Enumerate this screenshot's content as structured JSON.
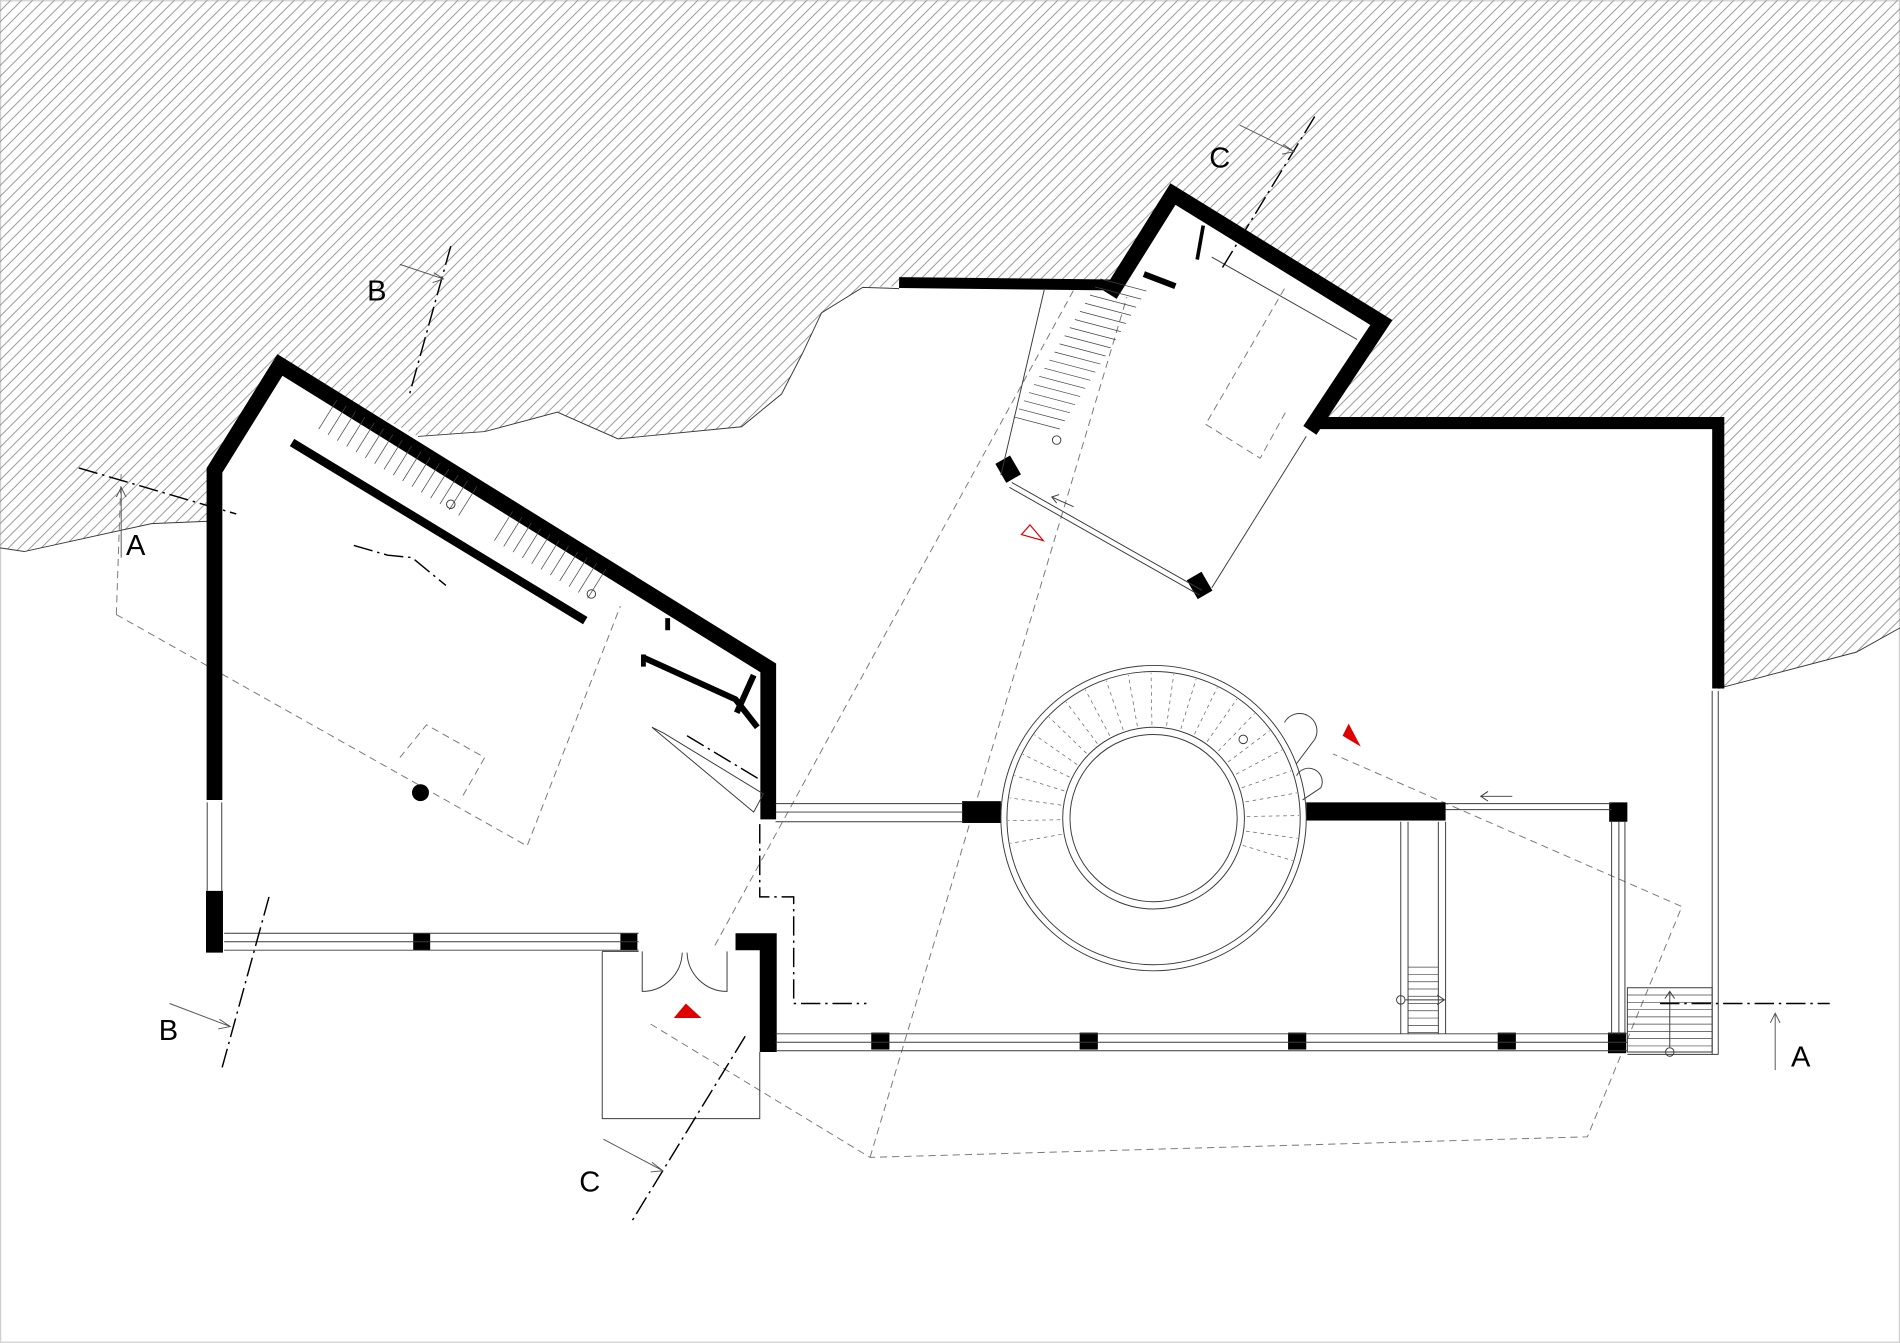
{
  "section_markers": {
    "a_left": "A",
    "a_right": "A",
    "b_top": "B",
    "b_bottom": "B",
    "c_top": "C",
    "c_bottom": "C"
  },
  "colors": {
    "wall": "#000000",
    "entry_marker": "#e00000",
    "terrain_hatch": "#8a8a8a"
  }
}
